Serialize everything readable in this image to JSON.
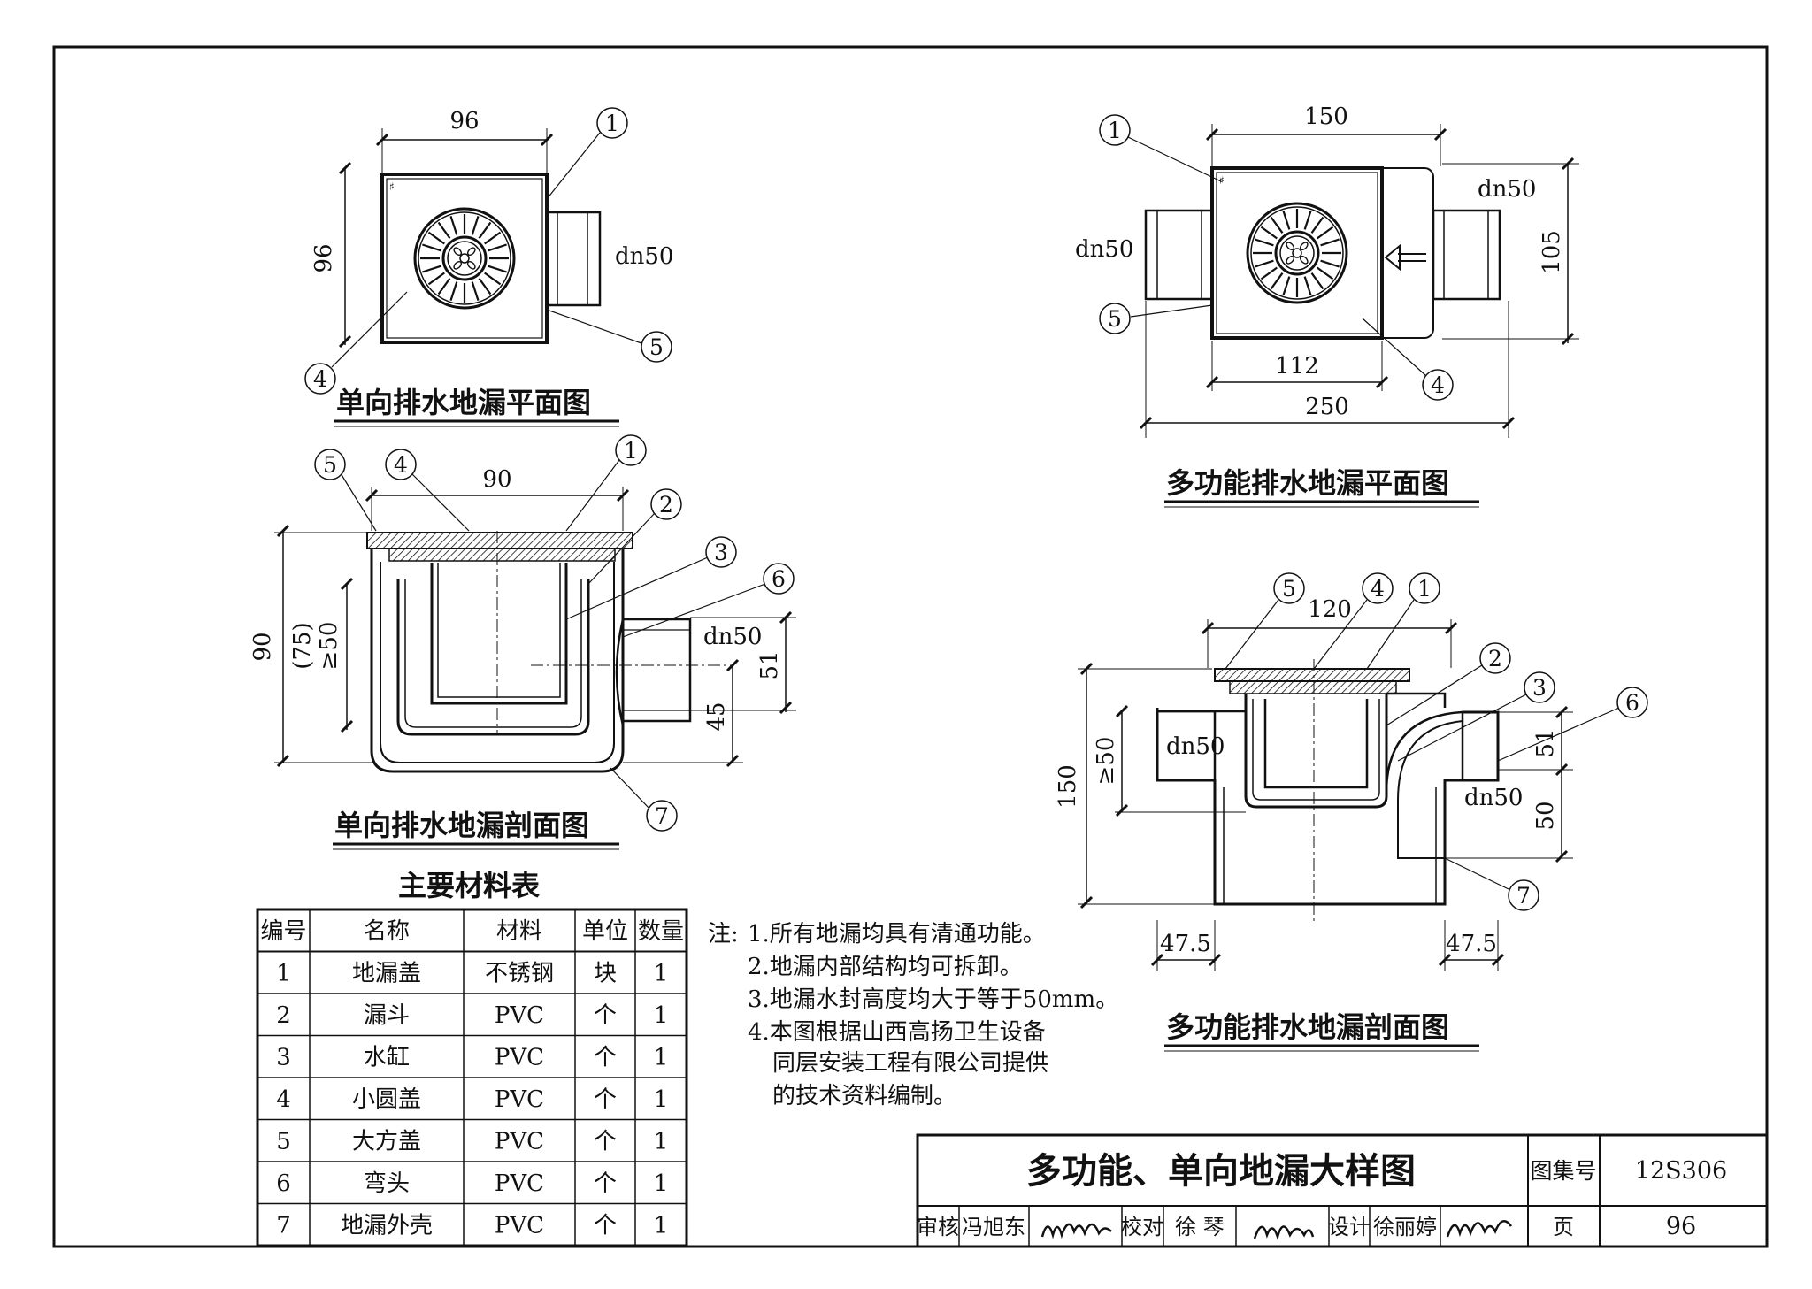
{
  "views": {
    "single_plan": {
      "title": "单向排水地漏平面图",
      "dim_width": "96",
      "dim_height": "96",
      "outlet": "dn50",
      "callouts": [
        "1",
        "4",
        "5"
      ]
    },
    "single_section": {
      "title": "单向排水地漏剖面图",
      "dim_width": "90",
      "dim_height": "90",
      "dim_seal_a": "(75)",
      "dim_seal_b": "≥50",
      "outlet": "dn50",
      "dim_51": "51",
      "dim_45": "45",
      "callouts": [
        "5",
        "4",
        "1",
        "2",
        "3",
        "6",
        "7"
      ]
    },
    "multi_plan": {
      "title": "多功能排水地漏平面图",
      "dim_top": "150",
      "dim_inner": "112",
      "dim_total": "250",
      "dim_height": "105",
      "inlet_left": "dn50",
      "outlet_right": "dn50",
      "callouts": [
        "1",
        "5",
        "4"
      ]
    },
    "multi_section": {
      "title": "多功能排水地漏剖面图",
      "dim_top": "120",
      "dim_height": "150",
      "dim_seal": "≥50",
      "inlet_left": "dn50",
      "outlet_right": "dn50",
      "dim_51": "51",
      "dim_50": "50",
      "dim_left_offset": "47.5",
      "dim_right_offset": "47.5",
      "callouts": [
        "5",
        "4",
        "1",
        "2",
        "3",
        "6",
        "7"
      ]
    }
  },
  "materials": {
    "title": "主要材料表",
    "headers": [
      "编号",
      "名称",
      "材料",
      "单位",
      "数量"
    ],
    "rows": [
      [
        "1",
        "地漏盖",
        "不锈钢",
        "块",
        "1"
      ],
      [
        "2",
        "漏斗",
        "PVC",
        "个",
        "1"
      ],
      [
        "3",
        "水缸",
        "PVC",
        "个",
        "1"
      ],
      [
        "4",
        "小圆盖",
        "PVC",
        "个",
        "1"
      ],
      [
        "5",
        "大方盖",
        "PVC",
        "个",
        "1"
      ],
      [
        "6",
        "弯头",
        "PVC",
        "个",
        "1"
      ],
      [
        "7",
        "地漏外壳",
        "PVC",
        "个",
        "1"
      ]
    ]
  },
  "notes": {
    "prefix": "注:",
    "lines": [
      "1.所有地漏均具有清通功能。",
      "2.地漏内部结构均可拆卸。",
      "3.地漏水封高度均大于等于50mm。",
      "4.本图根据山西高扬卫生设备",
      "同层安装工程有限公司提供",
      "的技术资料编制。"
    ]
  },
  "title_block": {
    "drawing_title": "多功能、单向地漏大样图",
    "atlas_label": "图集号",
    "atlas_no": "12S306",
    "review_label": "审核",
    "reviewer": "冯旭东",
    "check_label": "校对",
    "checker": "徐 琴",
    "design_label": "设计",
    "designer": "徐丽婷",
    "page_label": "页",
    "page_no": "96"
  }
}
